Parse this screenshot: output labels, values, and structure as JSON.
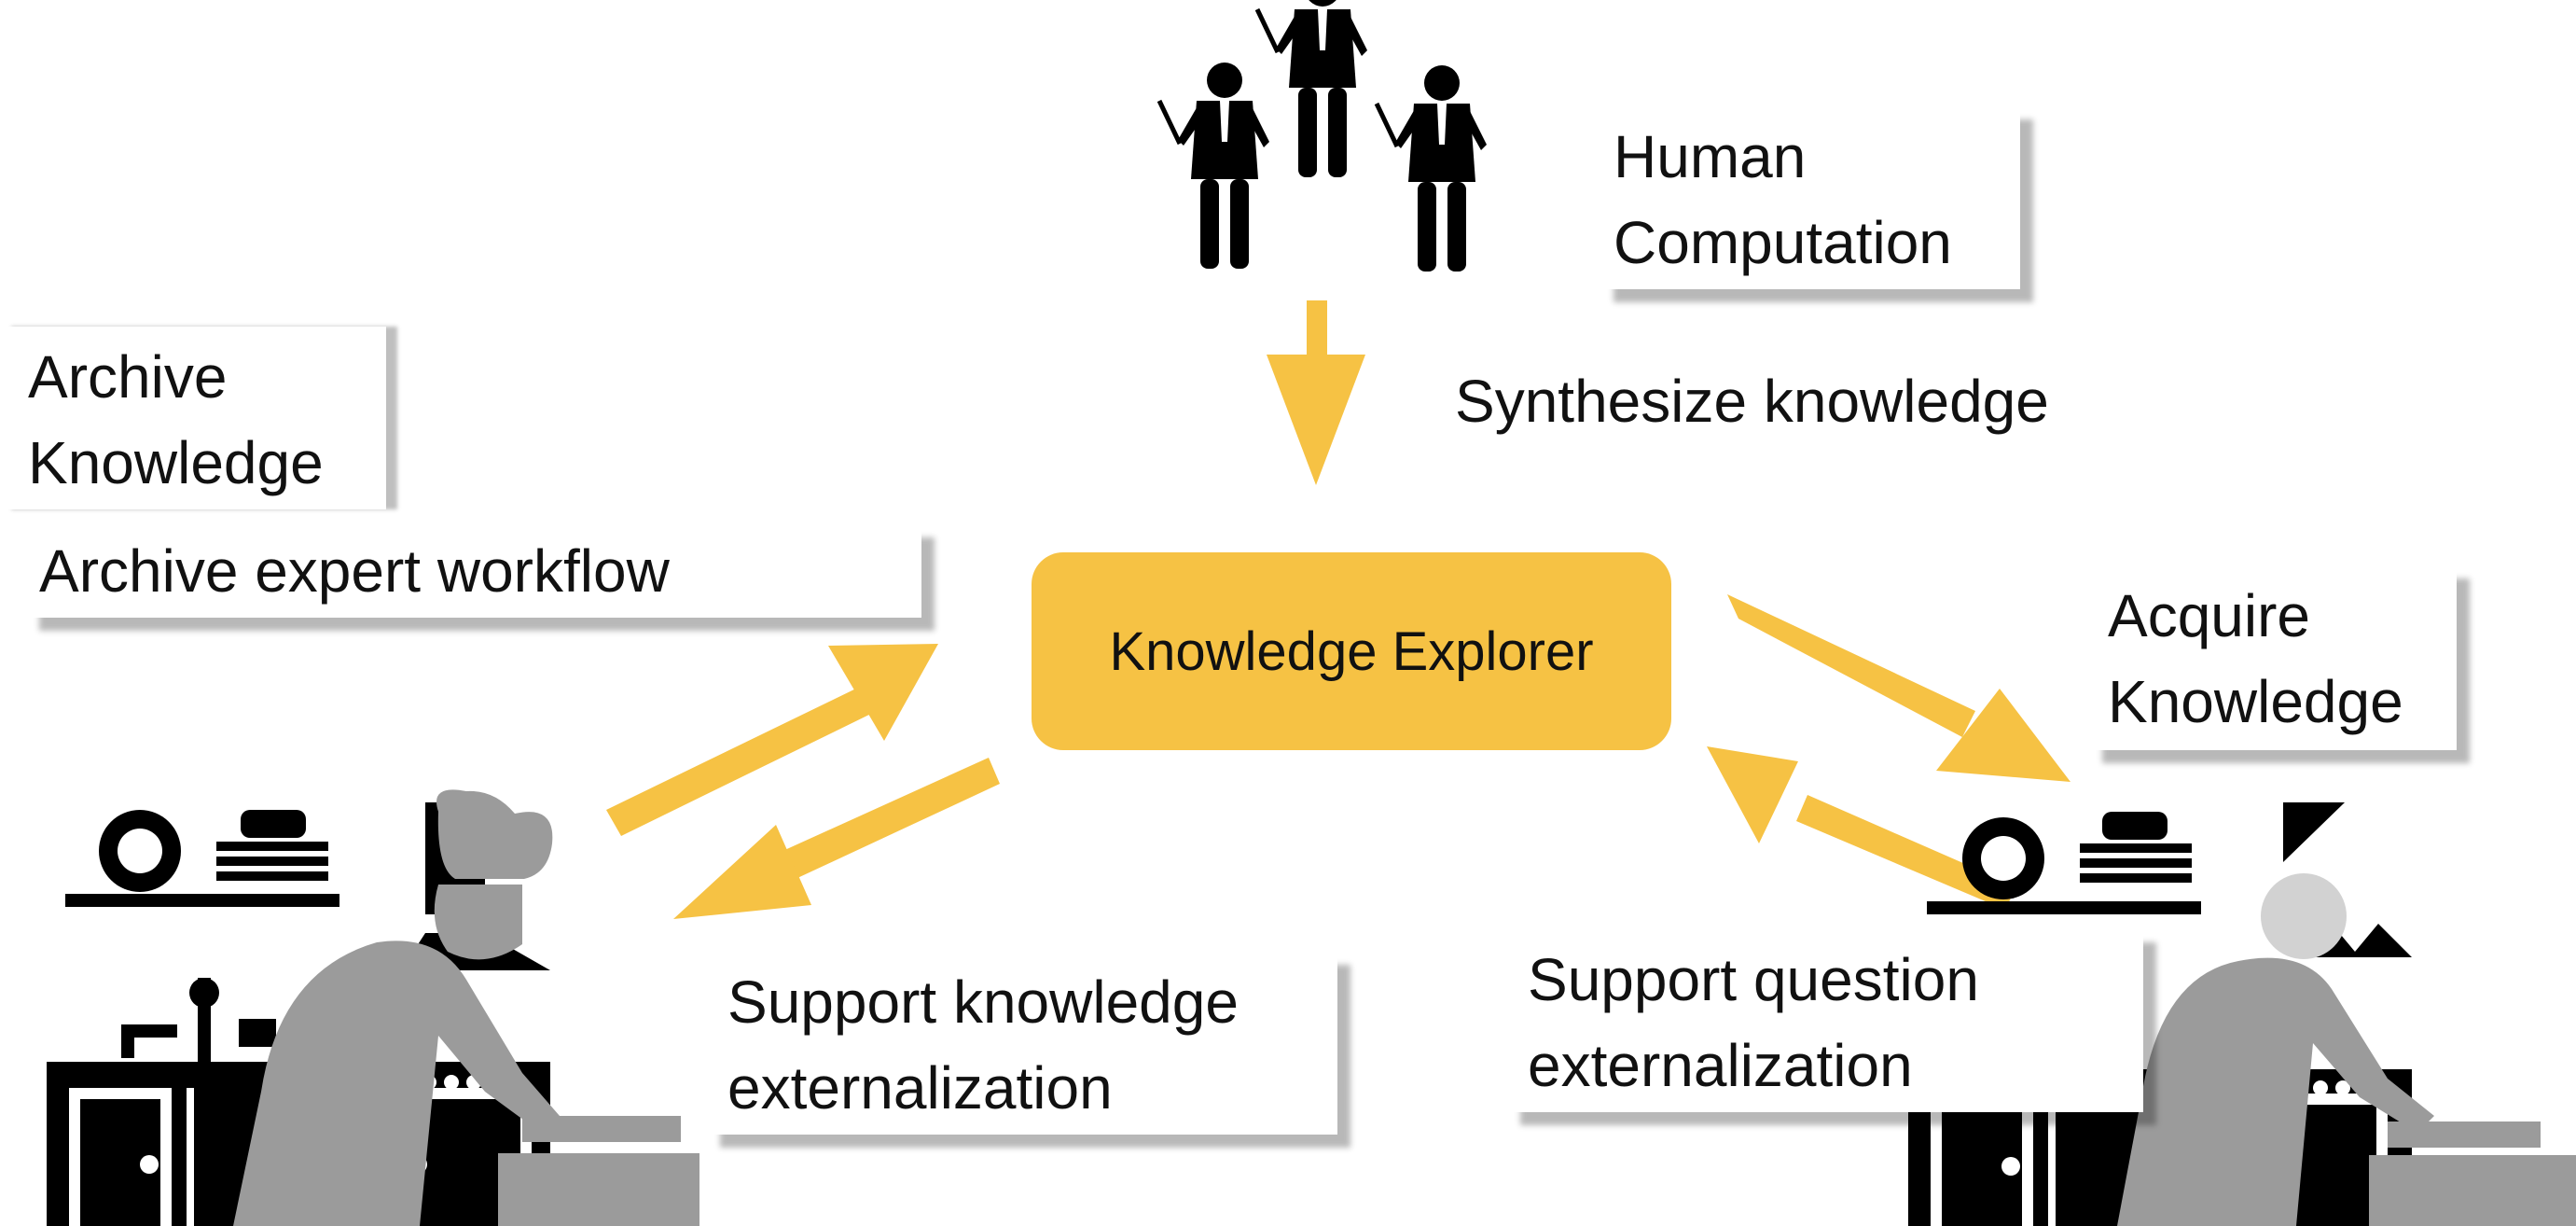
{
  "center": {
    "label": "Knowledge Explorer"
  },
  "human_computation": {
    "line1": "Human",
    "line2": "Computation"
  },
  "synthesize": {
    "label": "Synthesize knowledge"
  },
  "archive": {
    "line1": "Archive",
    "line2": "Knowledge"
  },
  "archive_workflow": {
    "label": "Archive expert workflow"
  },
  "acquire": {
    "line1": "Acquire",
    "line2": "Knowledge"
  },
  "support_knowledge": {
    "line1": "Support knowledge",
    "line2": "externalization"
  },
  "support_question": {
    "line1": "Support question",
    "line2": "externalization"
  },
  "icons": [
    "presenter-icon",
    "chef-cooking-icon",
    "learner-cooking-icon"
  ],
  "colors": {
    "accent": "#F6C244",
    "arrow": "#F6C244",
    "figure_gray": "#9B9B9B",
    "figure_black": "#000000"
  }
}
